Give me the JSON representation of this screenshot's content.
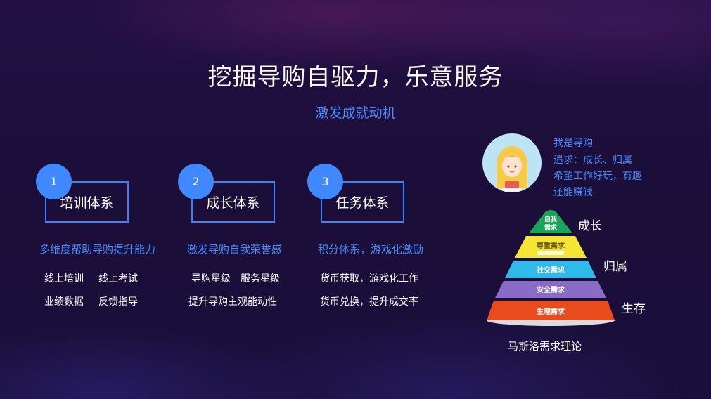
{
  "title": "挖掘导购自驱力，乐意服务",
  "subtitle": "激发成就动机",
  "systems": [
    {
      "number": "1",
      "name": "培训体系",
      "highlight": "多维度帮助导购提升能力",
      "details": [
        "线上培训",
        "线上考试",
        "业绩数据",
        "反馈指导"
      ]
    },
    {
      "number": "2",
      "name": "成长体系",
      "highlight": "激发导购自我荣誉感",
      "details": [
        "导购星级",
        "服务星级",
        "提升导购主观能动性"
      ]
    },
    {
      "number": "3",
      "name": "任务体系",
      "highlight": "积分体系，游戏化激励",
      "details": [
        "货币获取，游戏化工作",
        "货币兑换，提升成交率"
      ]
    }
  ],
  "persona": {
    "lines": [
      "我是导购",
      "追求：成长、归属",
      "希望工作好玩，有趣",
      "还能赚钱"
    ]
  },
  "pyramid": {
    "levels": [
      {
        "label": "自我\n需求",
        "color": "#1aa35a"
      },
      {
        "label": "尊重需求",
        "color": "#f4e633"
      },
      {
        "label": "社交需求",
        "color": "#31b9ea"
      },
      {
        "label": "安全需求",
        "color": "#8a6cc6"
      },
      {
        "label": "生理需求",
        "color": "#e84c1c"
      }
    ],
    "side_labels": [
      "成长",
      "归属",
      "生存"
    ],
    "caption": "马斯洛需求理论"
  },
  "colors": {
    "background": "#1c0f3a",
    "accent": "#3f88ff",
    "accent_text": "#4a8cff"
  }
}
